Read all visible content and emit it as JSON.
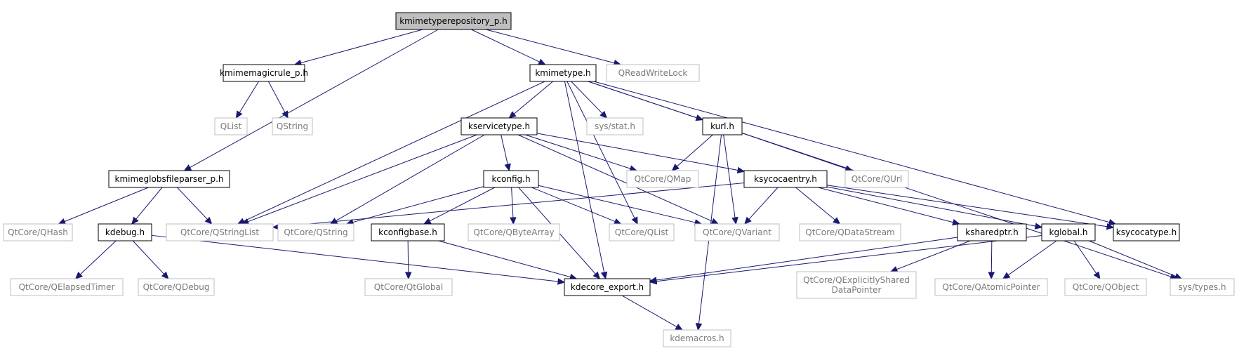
{
  "graph": {
    "colors": {
      "edge": "#191970",
      "root_fill": "#bfbfbf",
      "external_border": "#bfbfbf",
      "document_border": "#000000"
    },
    "nodes": [
      {
        "id": "root",
        "lines": [
          "kmimetyperepository_p.h"
        ],
        "kind": "root"
      },
      {
        "id": "kmimemagicrule",
        "lines": [
          "kmimemagicrule_p.h"
        ],
        "kind": "doc"
      },
      {
        "id": "kmimetype",
        "lines": [
          "kmimetype.h"
        ],
        "kind": "doc"
      },
      {
        "id": "qreadwritelock",
        "lines": [
          "QReadWriteLock"
        ],
        "kind": "ext"
      },
      {
        "id": "qlist1",
        "lines": [
          "QList"
        ],
        "kind": "ext"
      },
      {
        "id": "qstring1",
        "lines": [
          "QString"
        ],
        "kind": "ext"
      },
      {
        "id": "kservicetype",
        "lines": [
          "kservicetype.h"
        ],
        "kind": "doc"
      },
      {
        "id": "sysstat",
        "lines": [
          "sys/stat.h"
        ],
        "kind": "ext"
      },
      {
        "id": "kurl",
        "lines": [
          "kurl.h"
        ],
        "kind": "doc"
      },
      {
        "id": "kmimeglobs",
        "lines": [
          "kmimeglobsfileparser_p.h"
        ],
        "kind": "doc"
      },
      {
        "id": "kconfig",
        "lines": [
          "kconfig.h"
        ],
        "kind": "doc"
      },
      {
        "id": "qmap",
        "lines": [
          "QtCore/QMap"
        ],
        "kind": "ext"
      },
      {
        "id": "ksycocaentry",
        "lines": [
          "ksycocaentry.h"
        ],
        "kind": "doc"
      },
      {
        "id": "qurl",
        "lines": [
          "QtCore/QUrl"
        ],
        "kind": "ext"
      },
      {
        "id": "qhash",
        "lines": [
          "QtCore/QHash"
        ],
        "kind": "ext"
      },
      {
        "id": "kdebug",
        "lines": [
          "kdebug.h"
        ],
        "kind": "doc"
      },
      {
        "id": "qstringlist",
        "lines": [
          "QtCore/QStringList"
        ],
        "kind": "ext"
      },
      {
        "id": "qstring2",
        "lines": [
          "QtCore/QString"
        ],
        "kind": "ext"
      },
      {
        "id": "kconfigbase",
        "lines": [
          "kconfigbase.h"
        ],
        "kind": "doc"
      },
      {
        "id": "qbytearray",
        "lines": [
          "QtCore/QByteArray"
        ],
        "kind": "ext"
      },
      {
        "id": "qlist2",
        "lines": [
          "QtCore/QList"
        ],
        "kind": "ext"
      },
      {
        "id": "qvariant",
        "lines": [
          "QtCore/QVariant"
        ],
        "kind": "ext"
      },
      {
        "id": "qdatastream",
        "lines": [
          "QtCore/QDataStream"
        ],
        "kind": "ext"
      },
      {
        "id": "ksharedptr",
        "lines": [
          "ksharedptr.h"
        ],
        "kind": "doc"
      },
      {
        "id": "kglobal",
        "lines": [
          "kglobal.h"
        ],
        "kind": "doc"
      },
      {
        "id": "ksycocatype",
        "lines": [
          "ksycocatype.h"
        ],
        "kind": "doc"
      },
      {
        "id": "qelapsedtimer",
        "lines": [
          "QtCore/QElapsedTimer"
        ],
        "kind": "ext"
      },
      {
        "id": "qdebug",
        "lines": [
          "QtCore/QDebug"
        ],
        "kind": "ext"
      },
      {
        "id": "qtglobal",
        "lines": [
          "QtCore/QtGlobal"
        ],
        "kind": "ext"
      },
      {
        "id": "kdecoreexport",
        "lines": [
          "kdecore_export.h"
        ],
        "kind": "doc"
      },
      {
        "id": "qexplicit",
        "lines": [
          "QtCore/QExplicitlyShared",
          "DataPointer"
        ],
        "kind": "ext"
      },
      {
        "id": "qatomic",
        "lines": [
          "QtCore/QAtomicPointer"
        ],
        "kind": "ext"
      },
      {
        "id": "qobject",
        "lines": [
          "QtCore/QObject"
        ],
        "kind": "ext"
      },
      {
        "id": "systypes",
        "lines": [
          "sys/types.h"
        ],
        "kind": "ext"
      },
      {
        "id": "kdemacros",
        "lines": [
          "kdemacros.h"
        ],
        "kind": "ext"
      }
    ],
    "edges": [
      [
        "root",
        "kmimemagicrule"
      ],
      [
        "root",
        "kmimetype"
      ],
      [
        "root",
        "qreadwritelock"
      ],
      [
        "root",
        "kmimeglobs"
      ],
      [
        "kmimemagicrule",
        "qlist1"
      ],
      [
        "kmimemagicrule",
        "qstring1"
      ],
      [
        "kmimetype",
        "kservicetype"
      ],
      [
        "kmimetype",
        "sysstat"
      ],
      [
        "kmimetype",
        "kurl"
      ],
      [
        "kmimetype",
        "qstringlist"
      ],
      [
        "kmimetype",
        "qlist2"
      ],
      [
        "kmimetype",
        "kdecoreexport"
      ],
      [
        "kmimetype",
        "ksycocatype"
      ],
      [
        "kmimetype",
        "systypes"
      ],
      [
        "kservicetype",
        "kconfig"
      ],
      [
        "kservicetype",
        "qmap"
      ],
      [
        "kservicetype",
        "ksycocaentry"
      ],
      [
        "kservicetype",
        "qstringlist"
      ],
      [
        "kservicetype",
        "qstring2"
      ],
      [
        "kservicetype",
        "qvariant"
      ],
      [
        "kurl",
        "qmap"
      ],
      [
        "kurl",
        "qurl"
      ],
      [
        "kurl",
        "qvariant"
      ],
      [
        "kurl",
        "kdemacros"
      ],
      [
        "kmimeglobs",
        "qhash"
      ],
      [
        "kmimeglobs",
        "kdebug"
      ],
      [
        "kmimeglobs",
        "qstringlist"
      ],
      [
        "kconfig",
        "qstring2"
      ],
      [
        "kconfig",
        "kconfigbase"
      ],
      [
        "kconfig",
        "qbytearray"
      ],
      [
        "kconfig",
        "qlist2"
      ],
      [
        "kconfig",
        "qvariant"
      ],
      [
        "kconfig",
        "kdecoreexport"
      ],
      [
        "ksycocaentry",
        "qstringlist"
      ],
      [
        "ksycocaentry",
        "qvariant"
      ],
      [
        "ksycocaentry",
        "qdatastream"
      ],
      [
        "ksycocaentry",
        "ksharedptr"
      ],
      [
        "ksycocaentry",
        "kglobal"
      ],
      [
        "ksycocaentry",
        "ksycocatype"
      ],
      [
        "kdebug",
        "qelapsedtimer"
      ],
      [
        "kdebug",
        "qdebug"
      ],
      [
        "kdebug",
        "kdecoreexport"
      ],
      [
        "kconfigbase",
        "qtglobal"
      ],
      [
        "kconfigbase",
        "kdecoreexport"
      ],
      [
        "ksharedptr",
        "qexplicit"
      ],
      [
        "ksharedptr",
        "qatomic"
      ],
      [
        "ksharedptr",
        "kdecoreexport"
      ],
      [
        "kglobal",
        "qatomic"
      ],
      [
        "kglobal",
        "qobject"
      ],
      [
        "kglobal",
        "systypes"
      ],
      [
        "kglobal",
        "kdecoreexport"
      ],
      [
        "kdecoreexport",
        "kdemacros"
      ]
    ]
  }
}
